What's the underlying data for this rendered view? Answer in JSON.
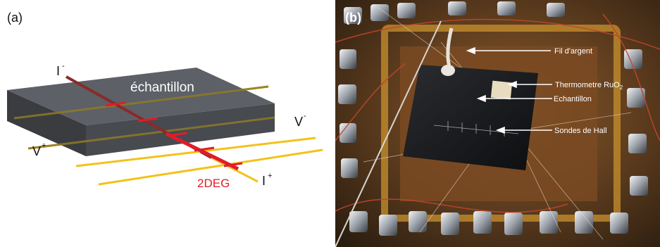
{
  "panel_a": {
    "label": "(a)",
    "sample_label": "échantillon",
    "gas_label": "2DEG",
    "current_minus": "I",
    "current_minus_sup": "-",
    "current_plus": "I",
    "current_plus_sup": "+",
    "voltage_minus": "V",
    "voltage_minus_sup": "-",
    "voltage_plus": "V",
    "voltage_plus_sup": "+",
    "colors": {
      "wire": "#f2c21a",
      "gas": "#e01c2a",
      "sample": "#54575c"
    }
  },
  "panel_b": {
    "label": "(b)",
    "annotations": {
      "silver_wire": "Fil d'argent",
      "thermometer": "Thermometre RuO",
      "thermometer_sub": "2",
      "sample": "Echantillon",
      "hall_probes": "Sondes de Hall"
    }
  }
}
